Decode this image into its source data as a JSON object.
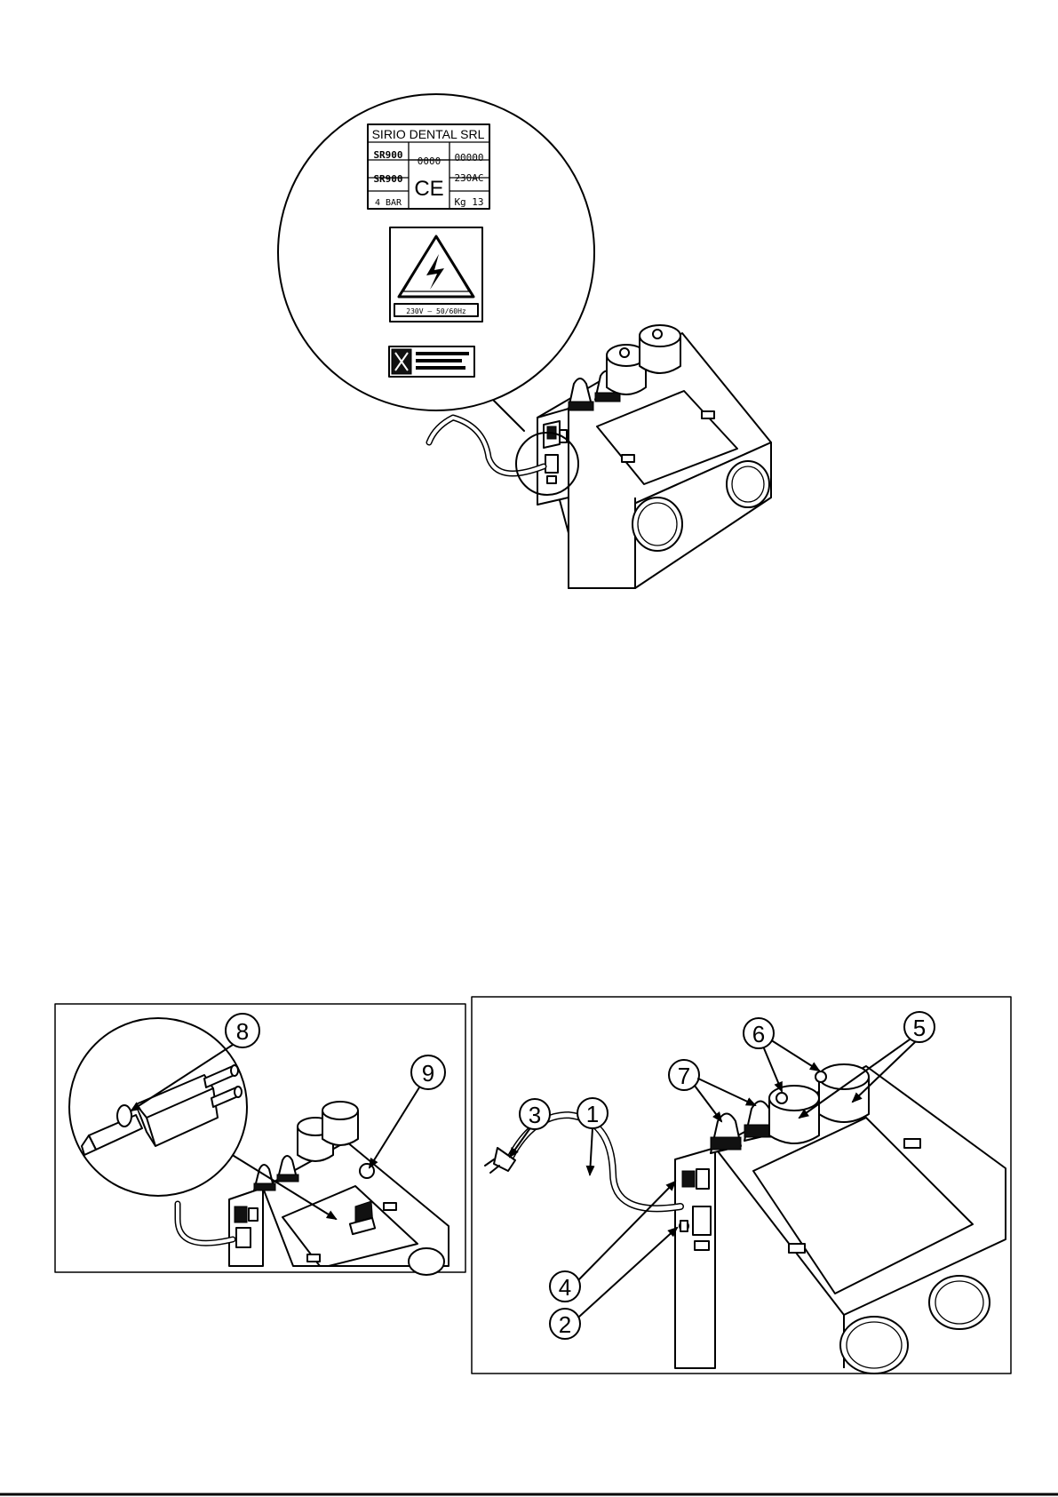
{
  "nameplate": {
    "manufacturer": "SIRIO  DENTAL  SRL",
    "model": "SR900",
    "year_value": "0000",
    "serial_value": "00000",
    "type_value": "SR900",
    "ce_mark": "CE",
    "voltage_value": "230AC",
    "pressure_value": "4 BAR",
    "weight_value": "Kg  13"
  },
  "warning_label": {
    "rating": "230V – 50/60Hz"
  },
  "callouts": [
    "1",
    "2",
    "3",
    "4",
    "5",
    "6",
    "7",
    "8",
    "9"
  ]
}
